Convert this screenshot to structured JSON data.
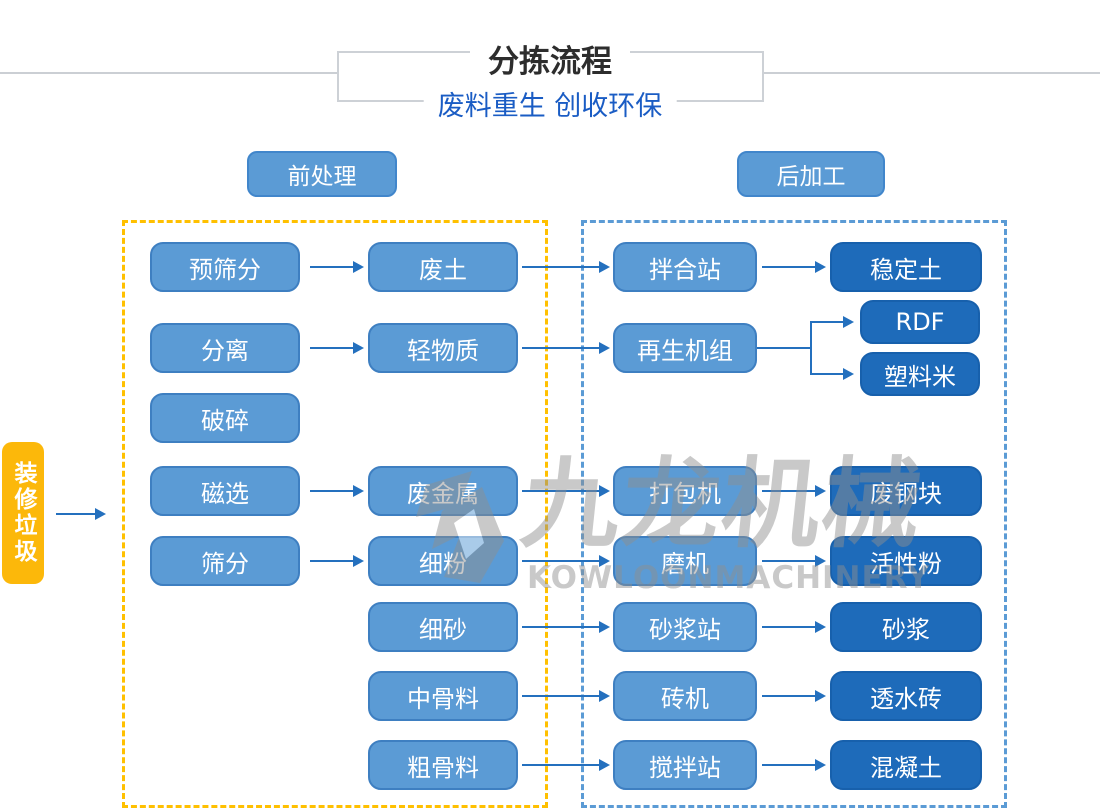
{
  "header": {
    "title": "分拣流程",
    "subtitle": "废料重生 创收环保"
  },
  "sections": {
    "pre": "前处理",
    "post": "后加工"
  },
  "source_label": "装修垃圾",
  "rows": [
    {
      "col1": "预筛分",
      "col2": "废土",
      "col3": "拌合站",
      "col4": "稳定土"
    },
    {
      "col1": "分离",
      "col2": "轻物质",
      "col3": "再生机组",
      "col4a": "RDF",
      "col4b": "塑料米"
    },
    {
      "col1": "破碎"
    },
    {
      "col1": "磁选",
      "col2": "废金属",
      "col3": "打包机",
      "col4": "废钢块"
    },
    {
      "col1": "筛分",
      "col2": "细粉",
      "col3": "磨机",
      "col4": "活性粉"
    },
    {
      "col2": "细砂",
      "col3": "砂浆站",
      "col4": "砂浆"
    },
    {
      "col2": "中骨料",
      "col3": "砖机",
      "col4": "透水砖"
    },
    {
      "col2": "粗骨料",
      "col3": "搅拌站",
      "col4": "混凝土"
    }
  ],
  "watermark": {
    "cn": "九龙机械",
    "en": "KOWLOONMACHINERY"
  },
  "colors": {
    "node_light": "#5b9bd5",
    "node_dark": "#1e6bba",
    "arrow_blue": "#2470be",
    "dash_yellow": "#ffc000",
    "dash_blue": "#5b9bd5",
    "source_yellow": "#fcb80a",
    "subtitle_blue": "#1a5cc4",
    "title_dark": "#2d2d2d",
    "watermark_gray": "#8f8f8f"
  }
}
